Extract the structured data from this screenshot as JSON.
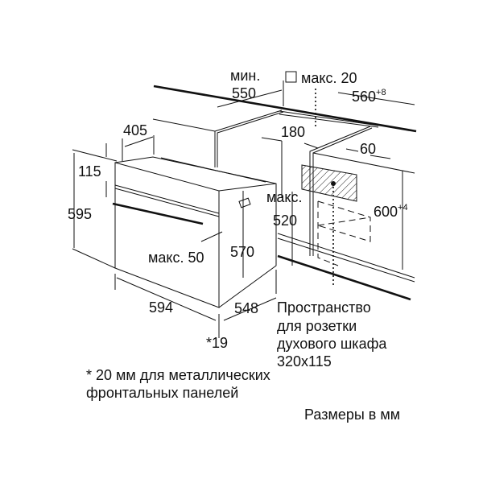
{
  "dimensions": {
    "min_label": "мин.",
    "min_550": "550",
    "max_20": "макс. 20",
    "w_560": "560",
    "w_560_tol": "+8",
    "d_405": "405",
    "d_180": "180",
    "d_60": "60",
    "h_115": "115",
    "h_595": "595",
    "max_label": "макс.",
    "max_520": "520",
    "h_600": "600",
    "h_600_tol": "+4",
    "max_50": "макс. 50",
    "h_570": "570",
    "w_594": "594",
    "d_548": "548",
    "star_19": "*19"
  },
  "socket_note": [
    "Пространство",
    "для розетки",
    "духового шкафа",
    "320x115"
  ],
  "footnote": [
    "* 20 мм для металлических",
    "фронтальных панелей"
  ],
  "units_note": "Размеры в мм"
}
